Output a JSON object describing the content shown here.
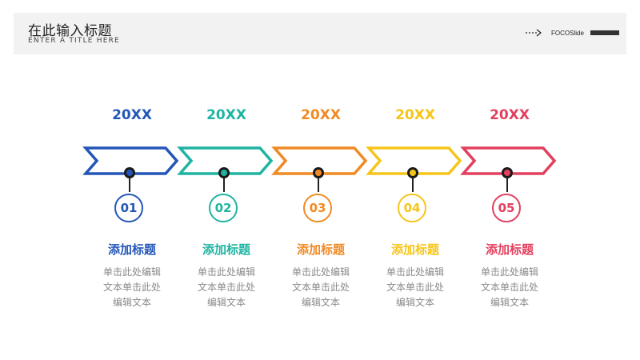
{
  "header": {
    "title": "在此输入标题",
    "subtitle": "ENTER A TITLE HERE",
    "brand": "FOCOSlide"
  },
  "colors": {
    "step1": "#2456b8",
    "step2": "#1fb4a2",
    "step3": "#f08a24",
    "step4": "#f6c51a",
    "step5": "#e2405e"
  },
  "steps": [
    {
      "year": "20XX",
      "number": "01",
      "heading": "添加标题",
      "desc_lines": [
        "单击此处编辑",
        "文本单击此处",
        "编辑文本"
      ]
    },
    {
      "year": "20XX",
      "number": "02",
      "heading": "添加标题",
      "desc_lines": [
        "单击此处编辑",
        "文本单击此处",
        "编辑文本"
      ]
    },
    {
      "year": "20XX",
      "number": "03",
      "heading": "添加标题",
      "desc_lines": [
        "单击此处编辑",
        "文本单击此处",
        "编辑文本"
      ]
    },
    {
      "year": "20XX",
      "number": "04",
      "heading": "添加标题",
      "desc_lines": [
        "单击此处编辑",
        "文本单击此处",
        "编辑文本"
      ]
    },
    {
      "year": "20XX",
      "number": "05",
      "heading": "添加标题",
      "desc_lines": [
        "单击此处编辑",
        "文本单击此处",
        "编辑文本"
      ]
    }
  ]
}
